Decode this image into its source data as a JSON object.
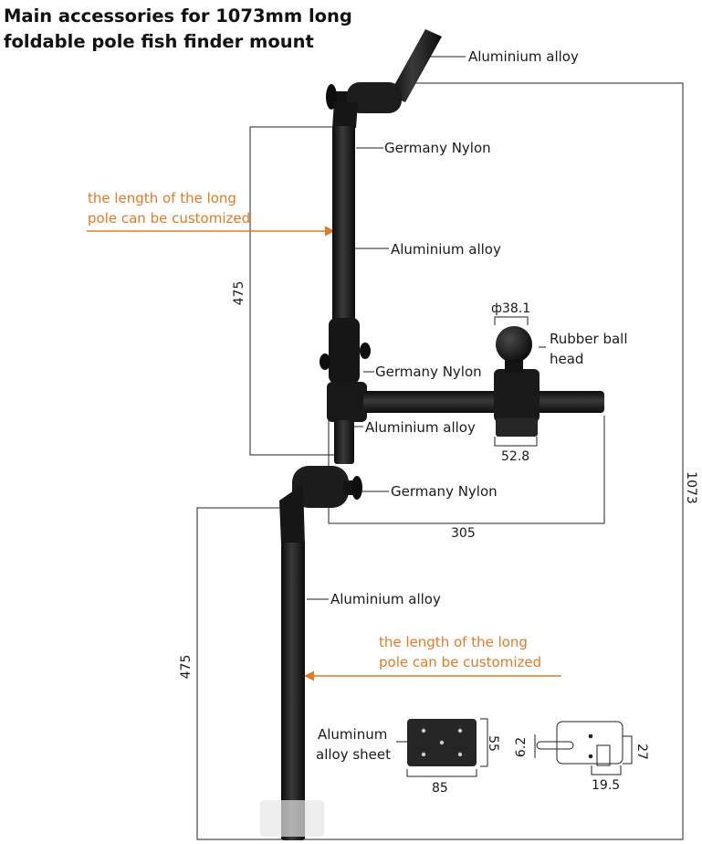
{
  "title": {
    "line1": "Main accessories for 1073mm long",
    "line2": "foldable pole fish finder mount"
  },
  "labels": {
    "top_handle": "Aluminium alloy",
    "upper_joint": "Germany Nylon",
    "upper_pole": "Aluminium alloy",
    "ball_line1": "Rubber ball",
    "ball_line2": "head",
    "middle_clamp": "Germany Nylon",
    "cross_arm": "Aluminium alloy",
    "lower_joint": "Germany Nylon",
    "lower_pole": "Aluminium alloy",
    "sheet_line1": "Aluminum",
    "sheet_line2": "alloy sheet"
  },
  "notes": {
    "upper_line1": "the length of the long",
    "upper_line2": "pole can be customized",
    "lower_line1": "the length of the long",
    "lower_line2": "pole can be customized"
  },
  "dimensions": {
    "upper_height": "475",
    "lower_height": "475",
    "total_height": "1073",
    "arm_length": "305",
    "ball_diameter": "ф38.1",
    "clamp_width": "52.8",
    "sheet_width": "85",
    "sheet_height": "55",
    "slot_width": "6.2",
    "slot_depth": "27",
    "slot_offset": "19.5"
  },
  "colors": {
    "note": "#e07a2c",
    "part": "#1b1b1b",
    "line": "#222222"
  }
}
